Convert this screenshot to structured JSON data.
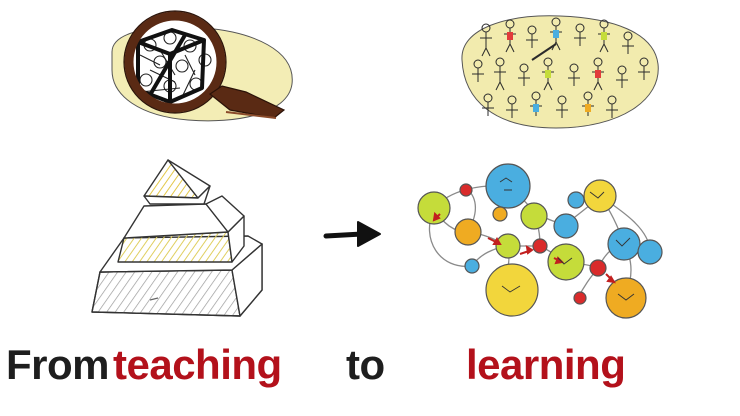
{
  "caption": {
    "word_from": "From",
    "word_teaching": "teaching",
    "word_to": "to",
    "word_learning": "learning"
  },
  "colors": {
    "dark_text": "#1e1e1e",
    "accent_red": "#b3111b",
    "sketch_yellow": "#f2ebae",
    "node_blue": "#4aaee0",
    "node_yellow": "#f2d63c",
    "node_green": "#c5dc3a",
    "node_orange": "#efab22",
    "node_red": "#d92b2b",
    "magnifier_brown": "#5a2a14"
  },
  "icons": {
    "top_left": "magnifying-glass-icon",
    "top_right": "crowd-of-people-icon",
    "middle_left": "pyramid-icon",
    "middle_center": "arrow-right-icon",
    "middle_right": "network-graph-icon"
  }
}
